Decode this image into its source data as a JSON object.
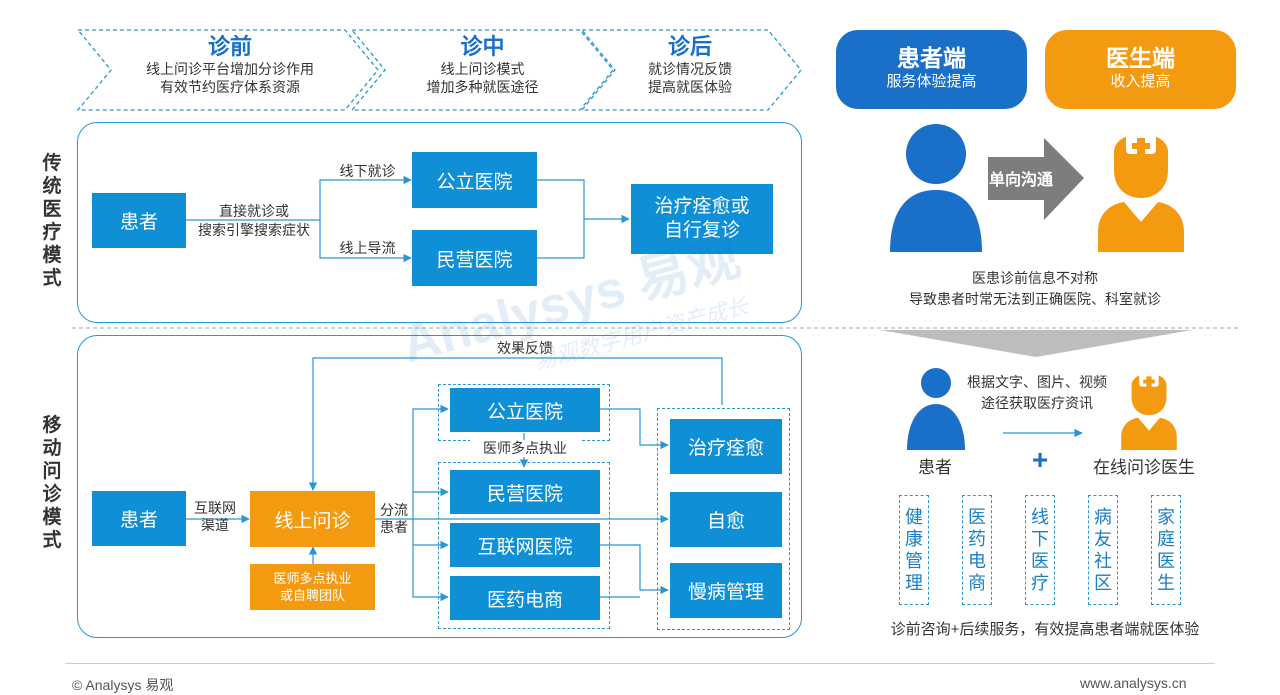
{
  "stages": [
    {
      "title": "诊前",
      "line1": "线上问诊平台增加分诊作用",
      "line2": "有效节约医疗体系资源"
    },
    {
      "title": "诊中",
      "line1": "线上问诊模式",
      "line2": "增加多种就医途径"
    },
    {
      "title": "诊后",
      "line1": "就诊情况反馈",
      "line2": "提高就医体验"
    }
  ],
  "traditional": {
    "section_label": "传统医疗模式",
    "patient": "患者",
    "direct_line1": "直接就诊或",
    "direct_line2": "搜索引擎搜索症状",
    "offline_label": "线下就诊",
    "online_label": "线上导流",
    "public_hospital": "公立医院",
    "private_hospital": "民营医院",
    "result_line1": "治疗痊愈或",
    "result_line2": "自行复诊"
  },
  "mobile": {
    "section_label": "移动问诊模式",
    "feedback": "效果反馈",
    "patient": "患者",
    "channel_line1": "互联网",
    "channel_line2": "渠道",
    "online_consult": "线上问诊",
    "divert_line1": "分流",
    "divert_line2": "患者",
    "team_line1": "医师多点执业",
    "team_line2": "或自聘团队",
    "multi_site": "医师多点执业",
    "public_hospital": "公立医院",
    "private_hospital": "民营医院",
    "internet_hospital": "互联网医院",
    "pharma_ecommerce": "医药电商",
    "cure": "治疗痊愈",
    "self_heal": "自愈",
    "chronic": "慢病管理"
  },
  "right": {
    "patient_side_title": "患者端",
    "patient_side_sub": "服务体验提高",
    "doctor_side_title": "医生端",
    "doctor_side_sub": "收入提高",
    "arrow_label": "单向沟通",
    "info_line1": "医患诊前信息不对称",
    "info_line2": "导致患者时常无法到正确医院、科室就诊",
    "access_line1": "根据文字、图片、视频",
    "access_line2": "途径获取医疗资讯",
    "patient_label": "患者",
    "plus": "+",
    "online_doctor": "在线问诊医生",
    "services": [
      "健康管理",
      "医药电商",
      "线下医疗",
      "病友社区",
      "家庭医生"
    ],
    "summary": "诊前咨询+后续服务，有效提高患者端就医体验"
  },
  "watermark_line1": "Analysys 易观",
  "watermark_line2": "易观数字用户资产成长",
  "footer_left": "© Analysys 易观",
  "footer_right": "www.analysys.cn",
  "colors": {
    "blue": "#0f8fd6",
    "orange": "#f39a10",
    "dark_blue": "#1a6fc9",
    "arrow_gray": "#888888"
  }
}
